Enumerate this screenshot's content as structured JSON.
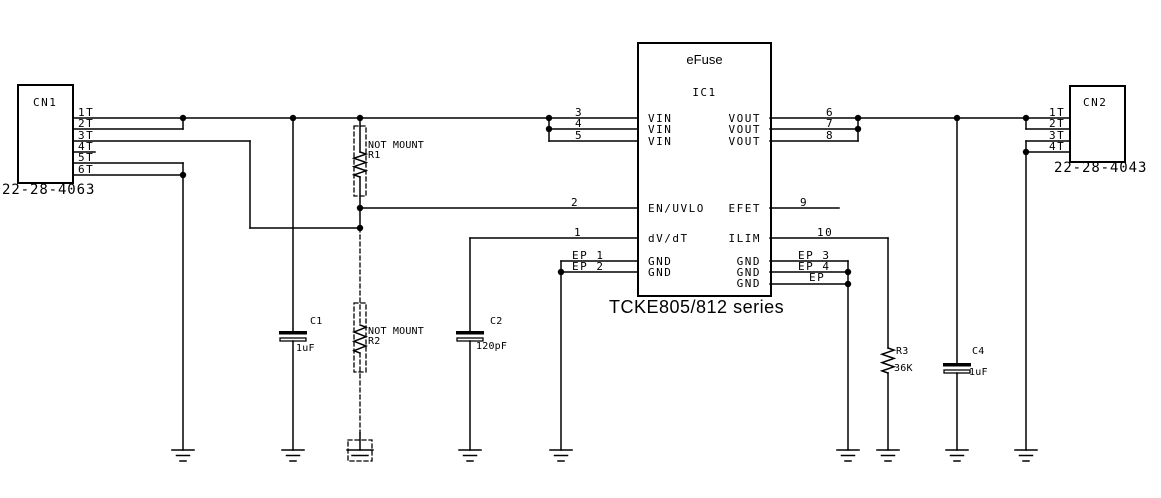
{
  "colors": {
    "ink": "#000000",
    "background": "#ffffff"
  },
  "title": "TCKE805/812 series",
  "ic": {
    "name": "eFuse",
    "refdes": "IC1",
    "left_pins": [
      {
        "number": "3",
        "name": "VIN"
      },
      {
        "number": "4",
        "name": "VIN"
      },
      {
        "number": "5",
        "name": "VIN"
      },
      {
        "number": "2",
        "name": "EN/UVLO"
      },
      {
        "number": "1",
        "name": "dV/dT"
      },
      {
        "number": "EP_1",
        "name": "GND"
      },
      {
        "number": "EP_2",
        "name": "GND"
      }
    ],
    "right_pins": [
      {
        "number": "6",
        "name": "VOUT"
      },
      {
        "number": "7",
        "name": "VOUT"
      },
      {
        "number": "8",
        "name": "VOUT"
      },
      {
        "number": "9",
        "name": "EFET"
      },
      {
        "number": "10",
        "name": "ILIM"
      },
      {
        "number": "EP_3",
        "name": "GND"
      },
      {
        "number": "EP_4",
        "name": "GND"
      },
      {
        "number": "EP",
        "name": "GND"
      }
    ]
  },
  "cn1": {
    "refdes": "CN1",
    "part_number": "22-28-4063",
    "pins": [
      "1T",
      "2T",
      "3T",
      "4T",
      "5T",
      "6T"
    ]
  },
  "cn2": {
    "refdes": "CN2",
    "part_number": "22-28-4043",
    "pins": [
      "1T",
      "2T",
      "3T",
      "4T"
    ]
  },
  "parts": {
    "c1": {
      "refdes": "C1",
      "value": "1uF"
    },
    "c2": {
      "refdes": "C2",
      "value": "120pF"
    },
    "c4": {
      "refdes": "C4",
      "value": "1uF"
    },
    "r3": {
      "refdes": "R3",
      "value": "36K"
    },
    "r1": {
      "refdes": "R1",
      "note": "NOT MOUNT"
    },
    "r2": {
      "refdes": "R2",
      "note": "NOT MOUNT"
    }
  }
}
